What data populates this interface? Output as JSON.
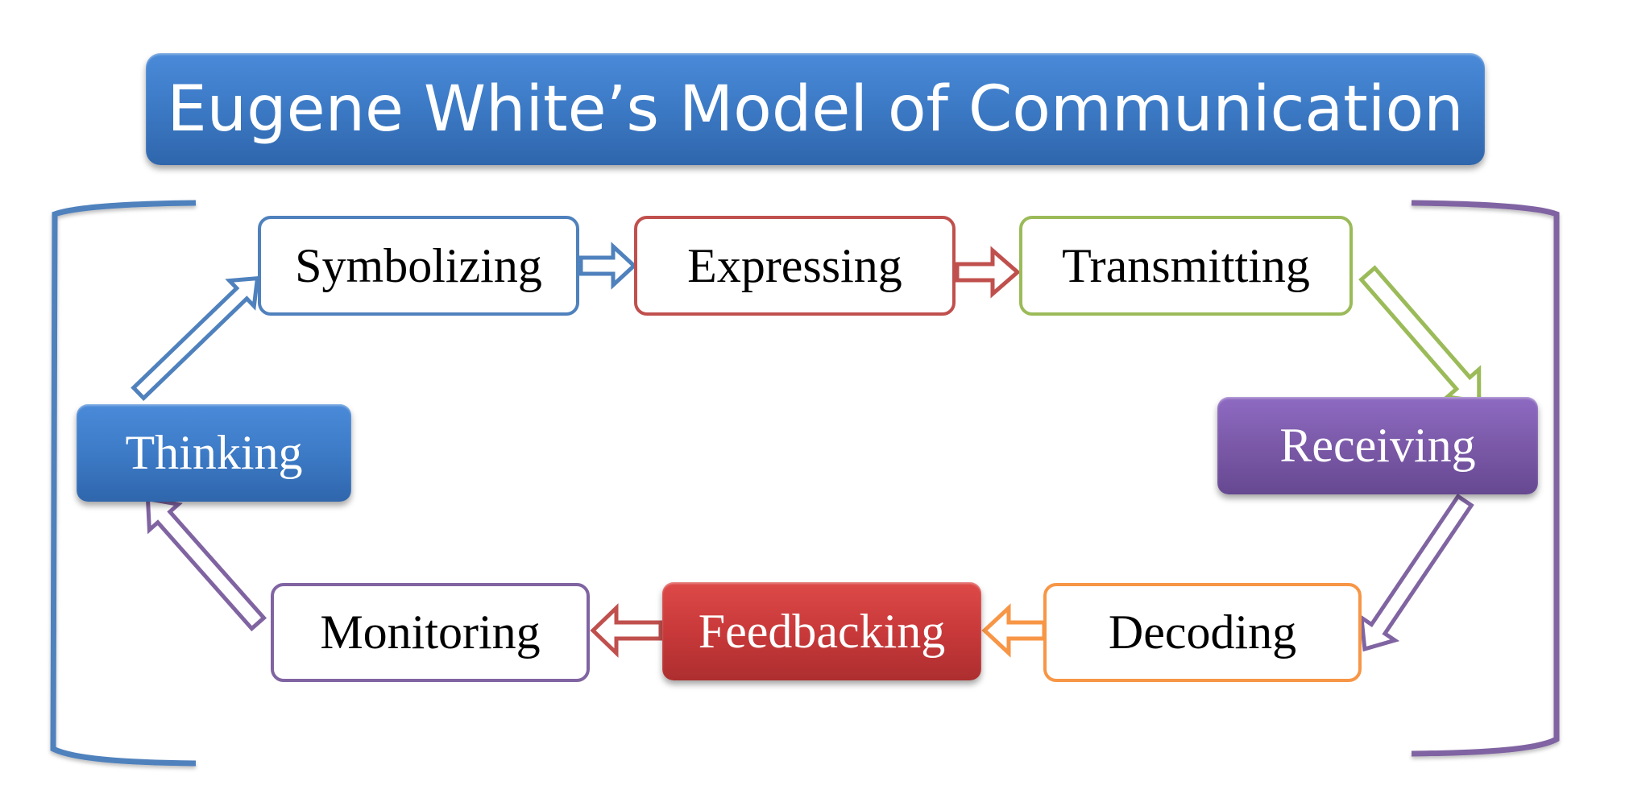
{
  "title": "Eugene White’s Model of Communication",
  "colors": {
    "blue": "#4f81bd",
    "red": "#c0504d",
    "green": "#9bbb59",
    "purple": "#8064a2",
    "orange": "#f79646",
    "title_fill": "#3d7bc7"
  },
  "nodes": {
    "thinking": {
      "label": "Thinking",
      "style": "filled",
      "color": "#3d7bc7"
    },
    "symbolizing": {
      "label": "Symbolizing",
      "style": "outline",
      "color": "#4f81bd"
    },
    "expressing": {
      "label": "Expressing",
      "style": "outline",
      "color": "#c0504d"
    },
    "transmitting": {
      "label": "Transmitting",
      "style": "outline",
      "color": "#9bbb59"
    },
    "receiving": {
      "label": "Receiving",
      "style": "filled",
      "color": "#7b59a8"
    },
    "decoding": {
      "label": "Decoding",
      "style": "outline",
      "color": "#f79646"
    },
    "feedbacking": {
      "label": "Feedbacking",
      "style": "filled",
      "color": "#c9393a"
    },
    "monitoring": {
      "label": "Monitoring",
      "style": "outline",
      "color": "#8064a2"
    }
  },
  "flow": [
    {
      "from": "Thinking",
      "to": "Symbolizing",
      "arrow_color": "#4f81bd"
    },
    {
      "from": "Symbolizing",
      "to": "Expressing",
      "arrow_color": "#4f81bd"
    },
    {
      "from": "Expressing",
      "to": "Transmitting",
      "arrow_color": "#c0504d"
    },
    {
      "from": "Transmitting",
      "to": "Receiving",
      "arrow_color": "#9bbb59"
    },
    {
      "from": "Receiving",
      "to": "Decoding",
      "arrow_color": "#8064a2"
    },
    {
      "from": "Decoding",
      "to": "Feedbacking",
      "arrow_color": "#f79646"
    },
    {
      "from": "Feedbacking",
      "to": "Monitoring",
      "arrow_color": "#c0504d"
    },
    {
      "from": "Monitoring",
      "to": "Thinking",
      "arrow_color": "#8064a2"
    }
  ],
  "brackets": {
    "left_color": "#4f81bd",
    "right_color": "#8064a2"
  }
}
